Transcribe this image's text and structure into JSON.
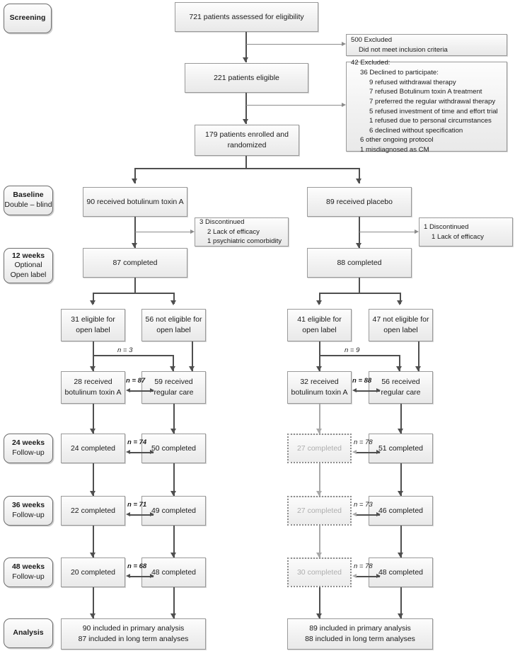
{
  "diagram": {
    "title": "CONSORT participant flow diagram",
    "colors": {
      "box_border": "#9a9a9a",
      "box_fill": "#f1f1f1",
      "connector": "#4f4f4f",
      "disabled_text": "#aeaeae",
      "dashed_border": "#8d8d8d"
    }
  },
  "stages": [
    {
      "id": "screening",
      "main": "Screening",
      "sub": ""
    },
    {
      "id": "baseline",
      "main": "Baseline",
      "sub": "Double – blind"
    },
    {
      "id": "week12",
      "main": "12 weeks",
      "sub": "Optional",
      "sub2": "Open label"
    },
    {
      "id": "week24",
      "main": "24 weeks",
      "sub": "Follow-up"
    },
    {
      "id": "week36",
      "main": "36 weeks",
      "sub": "Follow-up"
    },
    {
      "id": "week48",
      "main": "48 weeks",
      "sub": "Follow-up"
    },
    {
      "id": "analysis",
      "main": "Analysis",
      "sub": ""
    }
  ],
  "nodes": {
    "assessed": "721 patients assessed for eligibility",
    "eligible": "221 patients eligible",
    "enrolled_l1": "179 patients enrolled and",
    "enrolled_l2": "randomized",
    "arm_botox": "90 received botulinum toxin A",
    "arm_placebo": "89 received placebo",
    "completed_botox_12": "87 completed",
    "completed_placebo_12": "88 completed",
    "botox_eligible_l1": "31 eligible for",
    "botox_eligible_l2": "open label",
    "botox_not_eligible_l1": "56 not eligible for",
    "botox_not_eligible_l2": "open label",
    "placebo_eligible_l1": "41 eligible for",
    "placebo_eligible_l2": "open label",
    "placebo_not_eligible_l1": "47 not eligible for",
    "placebo_not_eligible_l2": "open label",
    "botox_received_ol_l1": "28 received",
    "botox_received_ol_l2": "botulinum toxin A",
    "botox_regular_l1": "59 received",
    "botox_regular_l2": "regular care",
    "placebo_received_ol_l1": "32 received",
    "placebo_received_ol_l2": "botulinum toxin A",
    "placebo_regular_l1": "56 received",
    "placebo_regular_l2": "regular care",
    "w24_c1": "24 completed",
    "w24_c2": "50 completed",
    "w24_c3": "27 completed",
    "w24_c4": "51 completed",
    "w36_c1": "22 completed",
    "w36_c2": "49 completed",
    "w36_c3": "27 completed",
    "w36_c4": "46 completed",
    "w48_c1": "20 completed",
    "w48_c2": "48 completed",
    "w48_c3": "30 completed",
    "w48_c4": "48 completed",
    "analysis_left_l1": "90  included in primary analysis",
    "analysis_left_l2": "87 included in long term analyses",
    "analysis_right_l1": "89 included in primary analysis",
    "analysis_right_l2": "88 included in long term analyses"
  },
  "exclusions": {
    "excluded_500": {
      "heading": "500 Excluded",
      "items": [
        "Did not meet inclusion criteria"
      ]
    },
    "excluded_42": {
      "heading": "42 Excluded:",
      "declined_heading": "36 Declined to participate:",
      "declined_items": [
        "9 refused withdrawal therapy",
        "7 refused Botulinum toxin A treatment",
        "7 preferred the regular withdrawal therapy",
        "5 refused investment of time and effort trial",
        "1 refused due to personal circumstances",
        "6 declined without specification"
      ],
      "other_items": [
        "6 other ongoing protocol",
        "1 misdiagnosed as CM"
      ]
    },
    "discontinued_botox": {
      "heading": "3 Discontinued",
      "items": [
        "2 Lack of efficacy",
        "1 psychiatric comorbidity"
      ]
    },
    "discontinued_placebo": {
      "heading": "1 Discontinued",
      "items": [
        "1 Lack of efficacy"
      ]
    }
  },
  "n_labels": {
    "botox_crossover": "n = 3",
    "botox_total_ol": "n = 87",
    "placebo_crossover": "n = 9",
    "placebo_total_ol": "n = 88",
    "w24_left": "n = 74",
    "w24_right": "n = 78",
    "w36_left": "n = 71",
    "w36_right": "n = 73",
    "w48_left": "n = 68",
    "w48_right": "n = 78"
  }
}
